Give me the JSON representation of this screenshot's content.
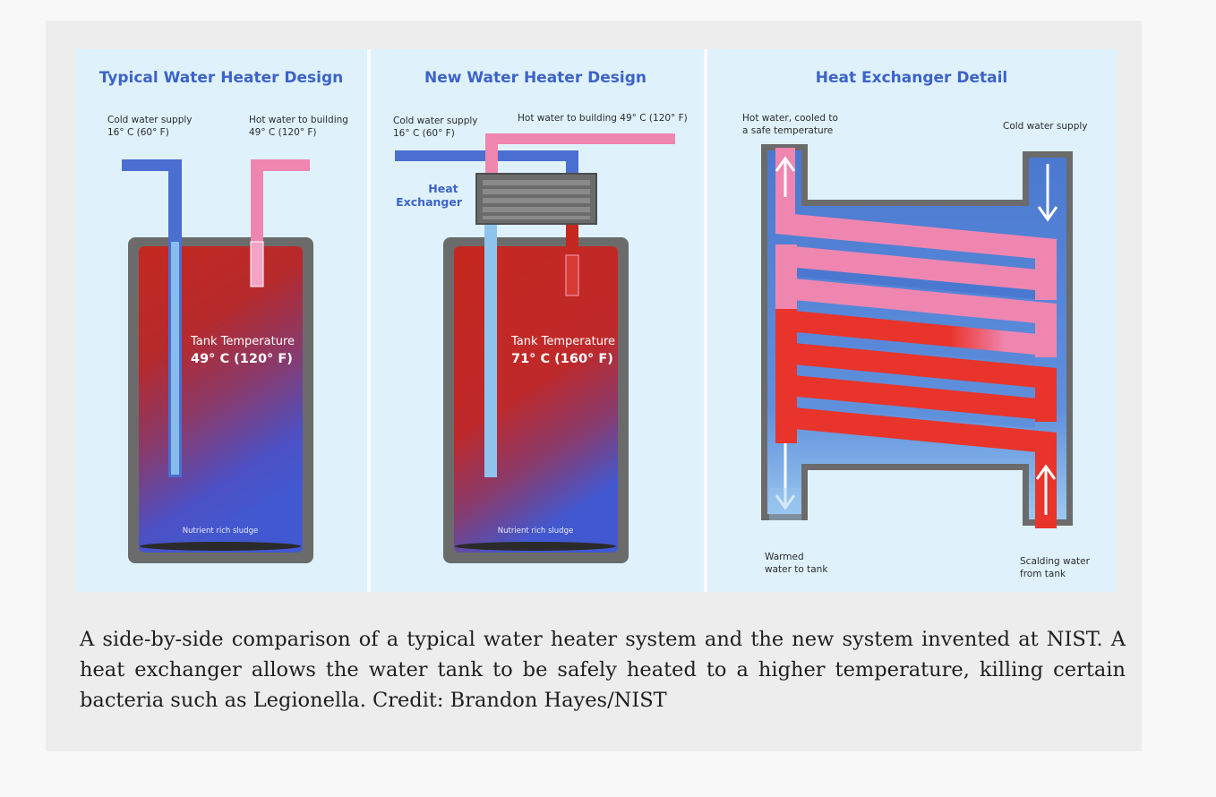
{
  "panels": {
    "typical": {
      "title": "Typical Water Heater Design",
      "cold_supply_label": [
        "Cold water supply",
        "16° C (60° F)"
      ],
      "hot_building_label": [
        "Hot water to building",
        "49° C (120° F)"
      ],
      "tank_temp_label": "Tank Temperature",
      "tank_temp_value": "49° C (120° F)",
      "sludge_label": "Nutrient rich sludge"
    },
    "new": {
      "title": "New Water Heater Design",
      "cold_supply_label": [
        "Cold water supply",
        "16° C (60° F)"
      ],
      "hot_building_label": "Hot water to building 49° C (120° F)",
      "heat_exchanger_label": [
        "Heat",
        "Exchanger"
      ],
      "tank_temp_label": "Tank Temperature",
      "tank_temp_value": "71° C (160° F)",
      "sludge_label": "Nutrient rich sludge"
    },
    "detail": {
      "title": "Heat Exchanger Detail",
      "hot_cooled_label": [
        "Hot water, cooled to",
        "a safe temperature"
      ],
      "cold_supply_label": "Cold water supply",
      "warmed_label": [
        "Warmed",
        "water to tank"
      ],
      "scalding_label": [
        "Scalding water",
        "from tank"
      ]
    }
  },
  "colors": {
    "panel_bg": "#dff2fc",
    "cold_pipe": "#4a6fd0",
    "hot_pipe": "#ef86b0",
    "tank_red": "#c4281f",
    "tank_blue": "#4258d0",
    "tank_shell": "#6b6b6b",
    "scalding": "#e8342a",
    "warm_blue": "#8fc4ee"
  },
  "caption": "A side-by-side comparison of a typical water heater system and the new system invented at NIST. A heat exchanger allows the water tank to be safely heated to a higher temperature, killing certain bacteria such as Legionella. Credit: Brandon Hayes/NIST"
}
